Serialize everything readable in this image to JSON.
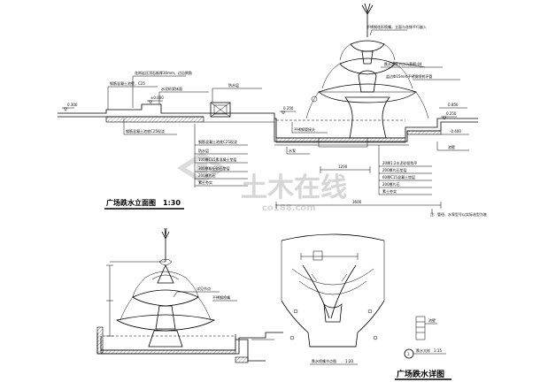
{
  "titles": {
    "elevation": "广场跌水立面图",
    "elevation_scale": "1:30",
    "detail": "广场跌水详图",
    "sub_detail": "跌水喷嘴节点图",
    "sub_detail_scale": "1:20",
    "index_number": "1",
    "index_label": "跌水大样",
    "index_scale": "1:15"
  },
  "watermark": {
    "main": "土木在线",
    "sub": "co188.com"
  },
  "labels": {
    "top_right_1": "不锈钢花形喷嘴，立面与花钵平行嵌入",
    "top_right_2": "跌水盆底节点示意图-04",
    "top_right_3": "盆边Ф15mm不锈钢喷射环管",
    "left_1": "花岗岩压顶石板厚30mm，边沿倒角",
    "left_2": "钢筋混凝土池壁，C25",
    "left_3": "水泥砂浆抹面",
    "left_4": "防水层",
    "center_1": "不锈钢管接头",
    "center_2": "水泵",
    "bottom_left_1": "钢筋混凝土池底C25现浇",
    "bottom_left_2": "防水层",
    "bottom_left_3": "100厚C15素混凝土垫层",
    "bottom_left_4": "300厚级配砂石垫层",
    "bottom_left_5": "200厚片石",
    "bottom_left_6": "素土夯实",
    "bottom_right_1": "20厚1:2水泥砂浆找平",
    "bottom_right_2": "200厚片石垫层",
    "bottom_right_3": "60厚C15混凝土垫层",
    "bottom_right_4": "200厚片石",
    "bottom_right_5": "素土夯实",
    "note": "注：管径、水泵型号以实际选型为准",
    "level_1": "0.300",
    "level_2": "±0.000",
    "level_3": "0.250",
    "level_4": "-0.400",
    "level_5": "0.850",
    "dim_1": "1200",
    "dim_2": "3600",
    "small_pool": "池壁",
    "sd_label": "不锈钢喷嘴",
    "mid_label": "详见节点"
  }
}
